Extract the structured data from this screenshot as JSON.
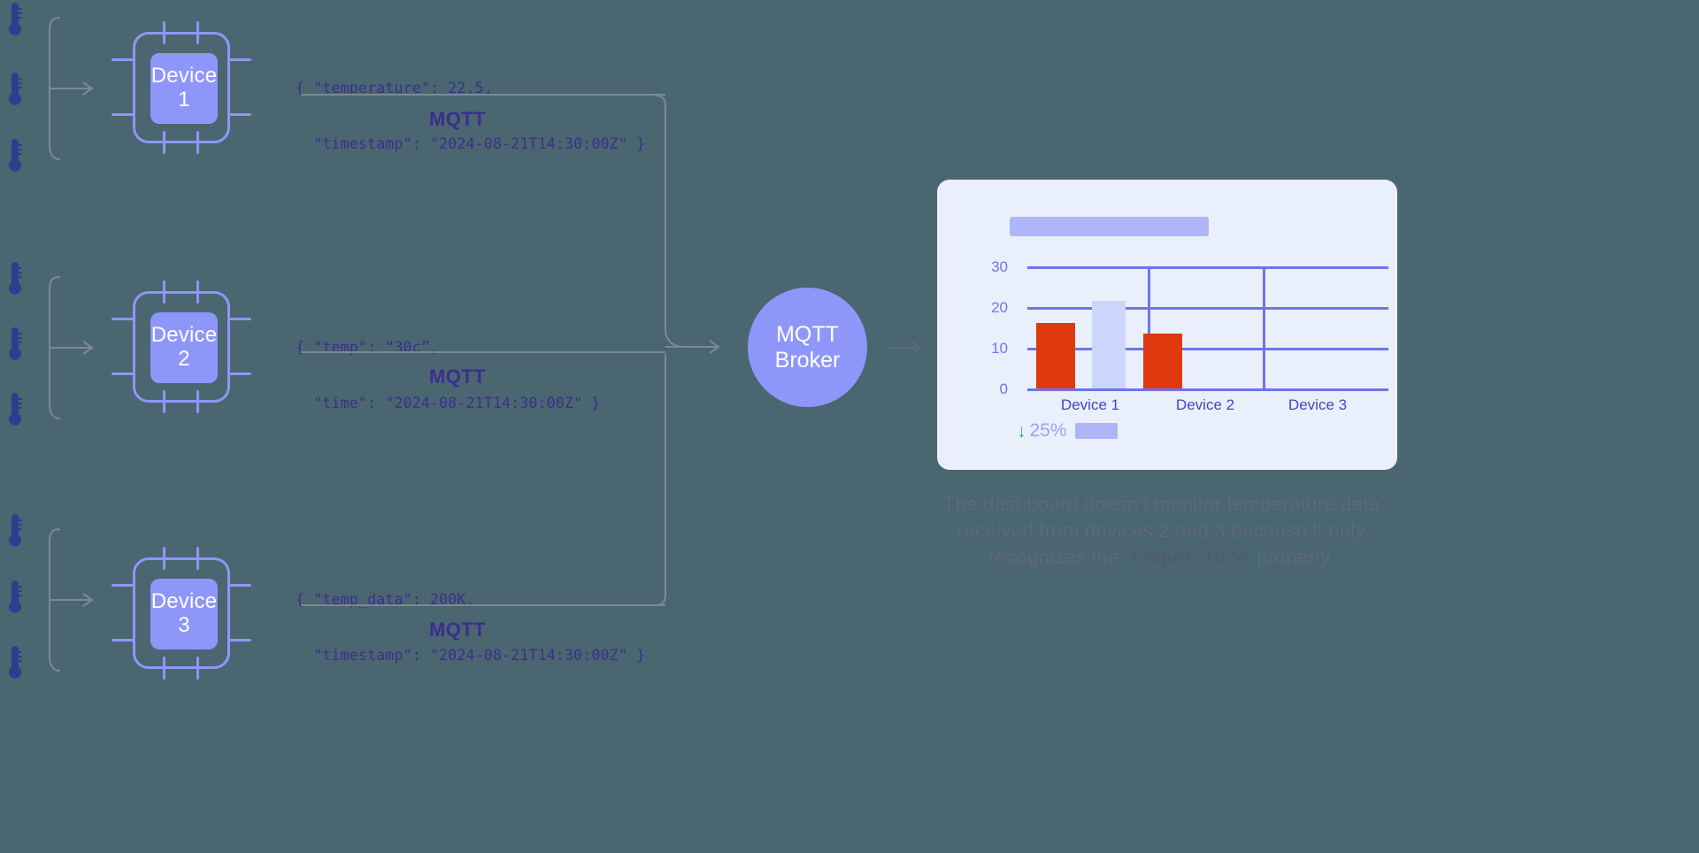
{
  "diagram": {
    "title_semantic": "mqtt-iot-dashboard-flow",
    "background_color": "#4a6670",
    "accent_color": "#8f96fa",
    "text_color": "#3b2e8f"
  },
  "devices": [
    {
      "name": "device-1",
      "label_line1": "Device",
      "label_line2": "1",
      "payload_line1": "{ \"temperature\": 22.5,",
      "payload_line2": "  \"timestamp\": \"2024-08-21T14:30:00Z\" }",
      "protocol_label": "MQTT",
      "thermometer_count": 3
    },
    {
      "name": "device-2",
      "label_line1": "Device",
      "label_line2": "2",
      "payload_line1": "{ \"temp\": “30c”,",
      "payload_line2": "  \"time\": \"2024-08-21T14:30:00Z\" }",
      "protocol_label": "MQTT",
      "thermometer_count": 3
    },
    {
      "name": "device-3",
      "label_line1": "Device",
      "label_line2": "3",
      "payload_line1": "{ \"temp_data\": 200K,",
      "payload_line2": "  \"timestamp\": \"2024-08-21T14:30:00Z\" }",
      "protocol_label": "MQTT",
      "thermometer_count": 3
    }
  ],
  "broker": {
    "label_line1": "MQTT",
    "label_line2": "Broker",
    "color": "#8f96fa"
  },
  "dashboard": {
    "title_placeholder": "",
    "delta": {
      "arrow_glyph": "↓",
      "percent": "25%",
      "arrow_color": "#2fb566"
    }
  },
  "chart_data": {
    "type": "bar",
    "title": "",
    "xlabel": "",
    "ylabel": "",
    "categories": [
      "Device 1",
      "Device 2",
      "Device 3"
    ],
    "ytick_labels": [
      "30",
      "20",
      "10",
      "0"
    ],
    "ytick_values": [
      30,
      20,
      10,
      0
    ],
    "ylim": [
      0,
      33
    ],
    "grid": true,
    "legend": "none",
    "series": [
      {
        "name": "reported-temperature",
        "color": "#df3a0f",
        "values": [
          16,
          0,
          13.5
        ]
      },
      {
        "name": "unrecognized-placeholder",
        "color": "#ccd5fb",
        "values": [
          0,
          21.5,
          0
        ]
      }
    ]
  },
  "caption": {
    "part1": "The dashboard doesn’t monitor temperature data received from devices 2 and 3 because it only recognizes the ‘",
    "code": "temperature",
    "part2": "’ property."
  }
}
